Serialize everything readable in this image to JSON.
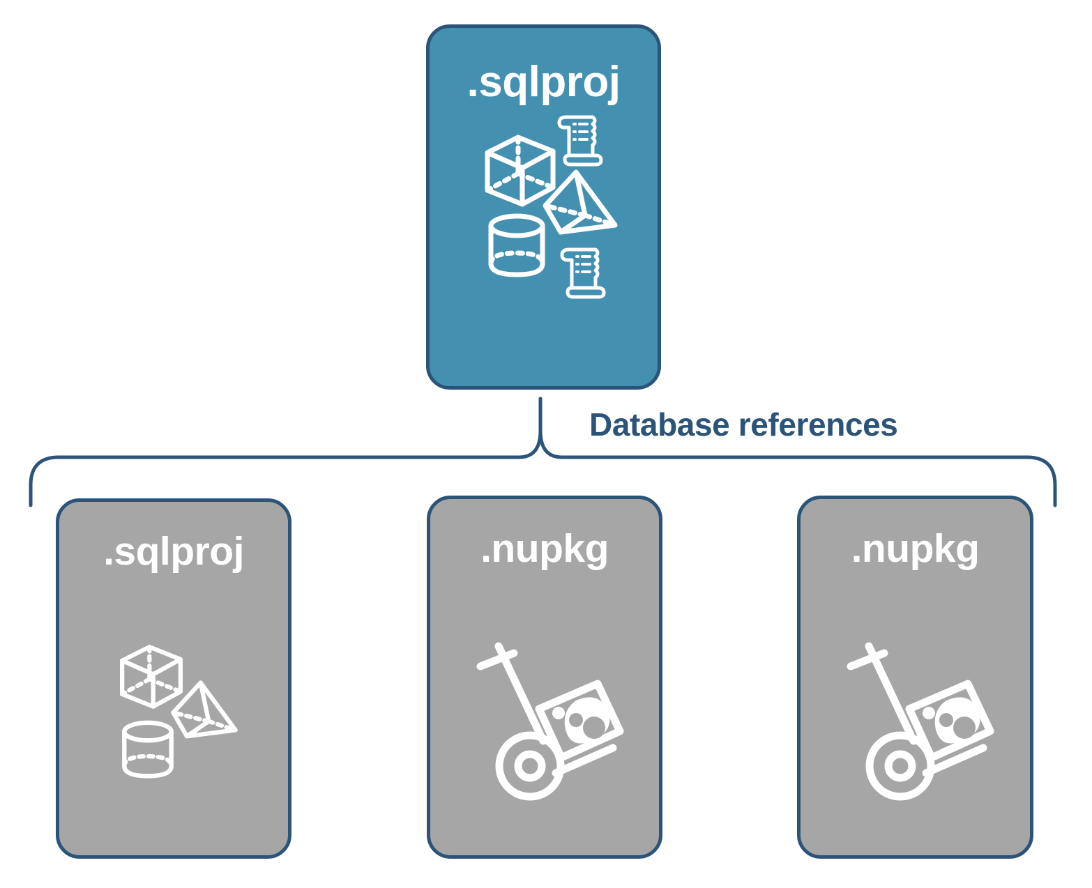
{
  "diagram": {
    "title": "Database references",
    "colors": {
      "primary_fill": "#4490b0",
      "secondary_fill": "#a6a6a6",
      "stroke": "#2b5478",
      "label_text": "#2b5478",
      "card_text": "#ffffff",
      "background": "#ffffff"
    },
    "connector": {
      "label": "Database references",
      "type": "curly-bracket",
      "orientation": "down"
    },
    "root": {
      "label": ".sqlproj",
      "variant": "primary",
      "icons": [
        "cube-icon",
        "scroll-icon",
        "pyramid-icon",
        "cylinder-icon",
        "scroll-icon"
      ]
    },
    "references": [
      {
        "label": ".sqlproj",
        "variant": "secondary",
        "icons": [
          "cube-icon",
          "pyramid-icon",
          "cylinder-icon"
        ]
      },
      {
        "label": ".nupkg",
        "variant": "secondary",
        "icons": [
          "hand-truck-package-icon"
        ]
      },
      {
        "label": ".nupkg",
        "variant": "secondary",
        "icons": [
          "hand-truck-package-icon"
        ]
      }
    ]
  }
}
